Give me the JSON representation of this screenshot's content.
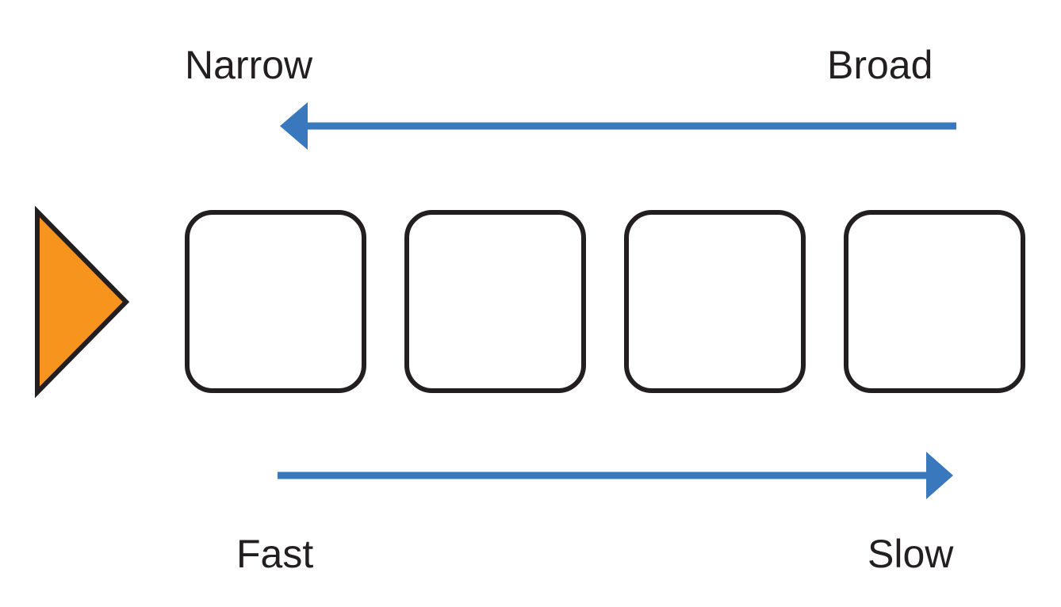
{
  "labels": {
    "narrow": "Narrow",
    "broad": "Broad",
    "fast": "Fast",
    "slow": "Slow"
  },
  "colors": {
    "arrow": "#3a78bd",
    "marker_fill": "#f7941d",
    "stroke": "#231f20",
    "box_fill": "#ffffff"
  },
  "arrows": {
    "top_direction": "left",
    "bottom_direction": "right"
  },
  "boxes": [
    {
      "label": ""
    },
    {
      "label": ""
    },
    {
      "label": ""
    },
    {
      "label": ""
    }
  ],
  "marker": {
    "icon": "play-triangle-icon",
    "direction": "right"
  }
}
